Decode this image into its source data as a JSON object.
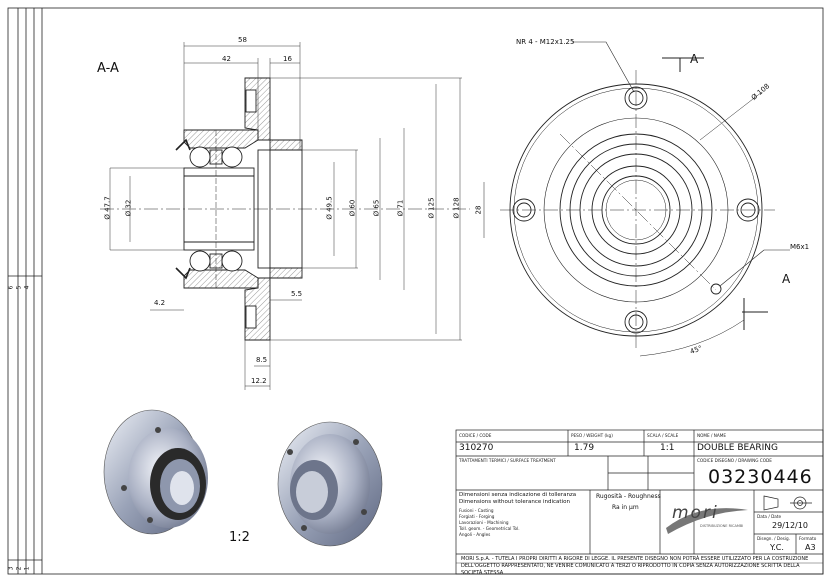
{
  "drawing": {
    "section_label": "A-A",
    "view_arrow_label": "A",
    "scale_note": "1:2",
    "zone_numbers": [
      "6",
      "5",
      "4",
      "3",
      "2",
      "1"
    ]
  },
  "dimensions": {
    "overall_width": "58",
    "flange_to_face": "42",
    "flange_thickness": "16",
    "bore_477": "Ø 47.7",
    "bore_32": "Ø 32",
    "dia_495": "Ø 49.5",
    "dia_60": "Ø 60",
    "dia_65": "Ø 65",
    "dia_71": "Ø 71",
    "dia_125": "Ø 125",
    "dia_128": "Ø 128",
    "offset_42": "4.2",
    "offset_55": "5.5",
    "offset_85": "8.5",
    "offset_122": "12.2",
    "front_28": "28",
    "pcd_108": "Ø 108",
    "thread_note": "NR 4 - M12x1.25",
    "hole_m6": "M6x1",
    "angle_45": "45°"
  },
  "title_block": {
    "code_label": "CODICE / CODE",
    "code_value": "310270",
    "weight_label": "PESO / WEIGHT (kg)",
    "weight_value": "1.79",
    "scale_label": "SCALA / SCALE",
    "scale_value": "1:1",
    "name_label": "NOME / NAME",
    "name_value": "DOUBLE BEARING",
    "treatment_label": "TRATTAMENTI TERMICI / SURFACE TREATMENT",
    "drawing_code_label": "CODICE DISEGNO / DRAWING CODE",
    "drawing_code_value": "03230446",
    "tol_it": "Dimensioni senza indicazione di tolleranza",
    "tol_en": "Dimensions without tolerance indication",
    "tol_line3": "Fusioni - Casting",
    "tol_line4": "Forgiati - Forging",
    "tol_line5": "Lavorazioni - Machining",
    "tol_line6": "Toll. geom. - Geometrical Tol.",
    "tol_line7": "Angoli - Angles",
    "roughness_label": "Rugosità - Roughness",
    "roughness_value": "Ra in µm",
    "brand": "mori",
    "brand_sub": "DISTRIBUZIONE RICAMBI",
    "date_label": "Data / Date",
    "date_value": "29/12/10",
    "drawn_label": "Disegn. / Desig.",
    "drawn_value": "Y.C.",
    "format_label": "Formato",
    "format_value": "A3",
    "legal": "MORI S.p.A. - TUTELA I PROPRI DIRITTI A RIGORE DI LEGGE. IL PRESENTE DISEGNO NON POTRÀ ESSERE UTILIZZATO PER LA COSTRUZIONE DELL'OGGETTO RAPPRESENTATO, NE VENIRE COMUNICATO A TERZI O RIPRODOTTO IN COPIA SENZA AUTORIZZAZIONE SCRITTA DELLA SOCIETÀ STESSA"
  }
}
